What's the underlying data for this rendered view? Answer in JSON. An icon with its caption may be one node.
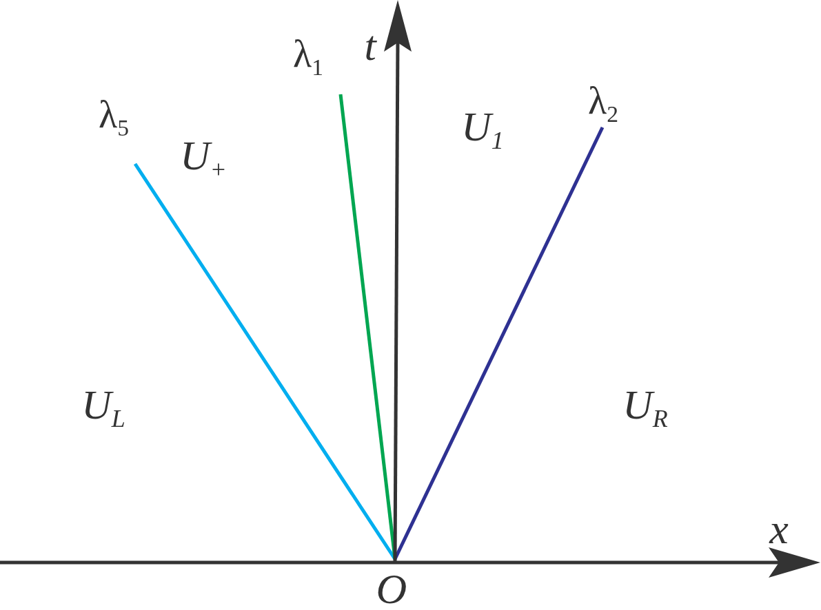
{
  "diagram": {
    "labels": [
      "λ$_{1}$",
      "t",
      "λ$_{5}$",
      "U$_{1}$",
      "λ$_{2}$",
      "U$_{+}$",
      "U$_{L}$",
      "U$_{R}$",
      "x",
      "O"
    ]
  }
}
